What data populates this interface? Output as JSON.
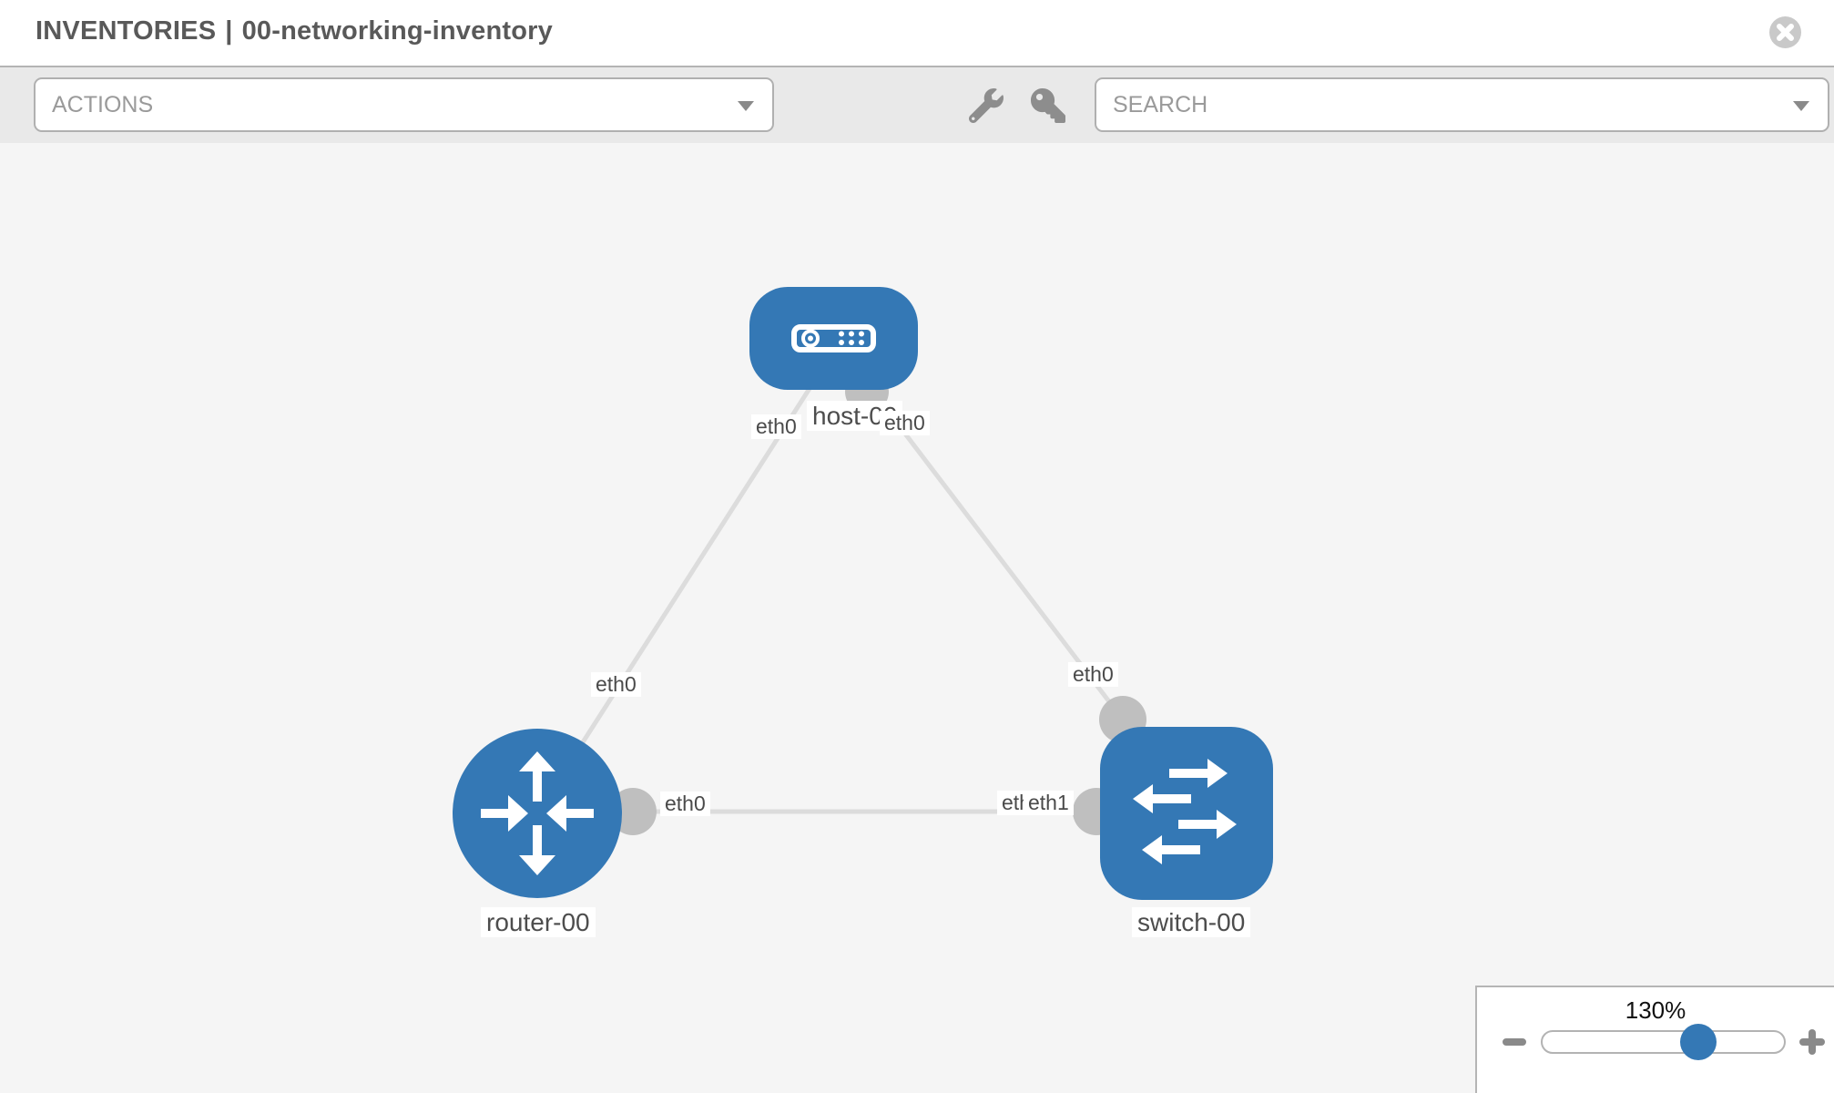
{
  "header": {
    "section": "INVENTORIES",
    "separator": "|",
    "item": "00-networking-inventory",
    "close_icon": "circle-x"
  },
  "toolbar": {
    "actions_label": "ACTIONS",
    "search_placeholder": "SEARCH",
    "wrench_icon": "wrench",
    "key_icon": "key"
  },
  "topology": {
    "nodes": [
      {
        "label": "host-00",
        "type": "host"
      },
      {
        "label": "router-00",
        "type": "router"
      },
      {
        "label": "switch-00",
        "type": "switch"
      }
    ],
    "links": [
      {
        "from": "host-00",
        "to": "router-00",
        "from_iface": "eth0",
        "to_iface": "eth0"
      },
      {
        "from": "host-00",
        "to": "switch-00",
        "from_iface": "eth0",
        "to_iface": "eth0"
      },
      {
        "from": "router-00",
        "to": "switch-00",
        "from_iface": "eth0",
        "to_iface": "eth1"
      }
    ],
    "iface_labels": {
      "host_left": "eth0",
      "host_right": "eth0",
      "host_router_mid": "eth0",
      "host_switch_mid": "eth0",
      "router_right": "eth0",
      "switch_left_under": "eth0",
      "switch_left_over": "eth1"
    }
  },
  "zoom_control": {
    "level": "130%",
    "percent_position": 64.5,
    "zoom_out_icon": "minus",
    "zoom_in_icon": "plus"
  },
  "colors": {
    "node_blue": "#3478b5",
    "link_gray": "#dcdcdc",
    "connector_gray": "#bfbfbf",
    "canvas_bg": "#f5f5f5",
    "toolbar_bg": "#e9e9e9"
  }
}
